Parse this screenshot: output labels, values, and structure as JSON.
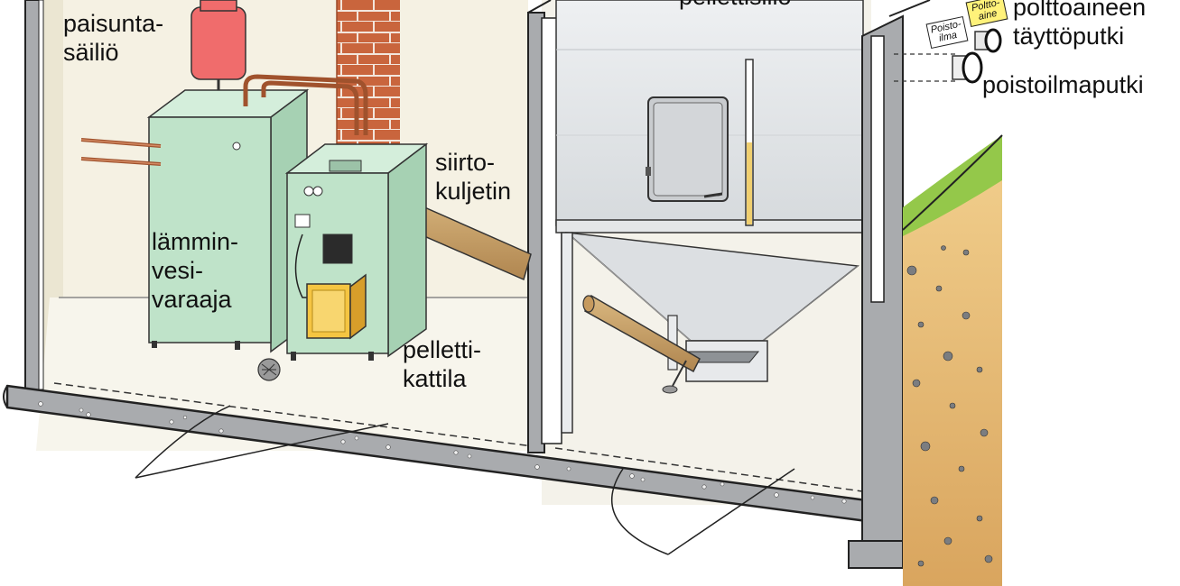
{
  "labels": {
    "expansion_tank": [
      "paisunta-",
      "säiliö"
    ],
    "water_heater": [
      "lämmin-",
      "vesi-",
      "varaaja"
    ],
    "conveyor": [
      "siirto-",
      "kuljetin"
    ],
    "boiler": [
      "pelletti-",
      "kattila"
    ],
    "silo": "pellettisiilo",
    "fuel_pipe": [
      "polttoaineen",
      "täyttöputki"
    ],
    "exhaust_pipe": "poistoilmaputki"
  },
  "signs": {
    "exhaust": [
      "Poisto-",
      "ilma"
    ],
    "fuel": [
      "Poltto-",
      "aine"
    ]
  },
  "colors": {
    "boiler_green": "#bfe3c9",
    "tank_red": "#f06c6c",
    "brick": "#c8643c",
    "concrete": "#a7aaad",
    "soil": "#e8c07e",
    "grass": "#94c84a",
    "copper": "#b87555",
    "pellet_tube": "#cba46c",
    "burner_yellow": "#f5c542",
    "pellet_fill": "#f0cf70"
  }
}
